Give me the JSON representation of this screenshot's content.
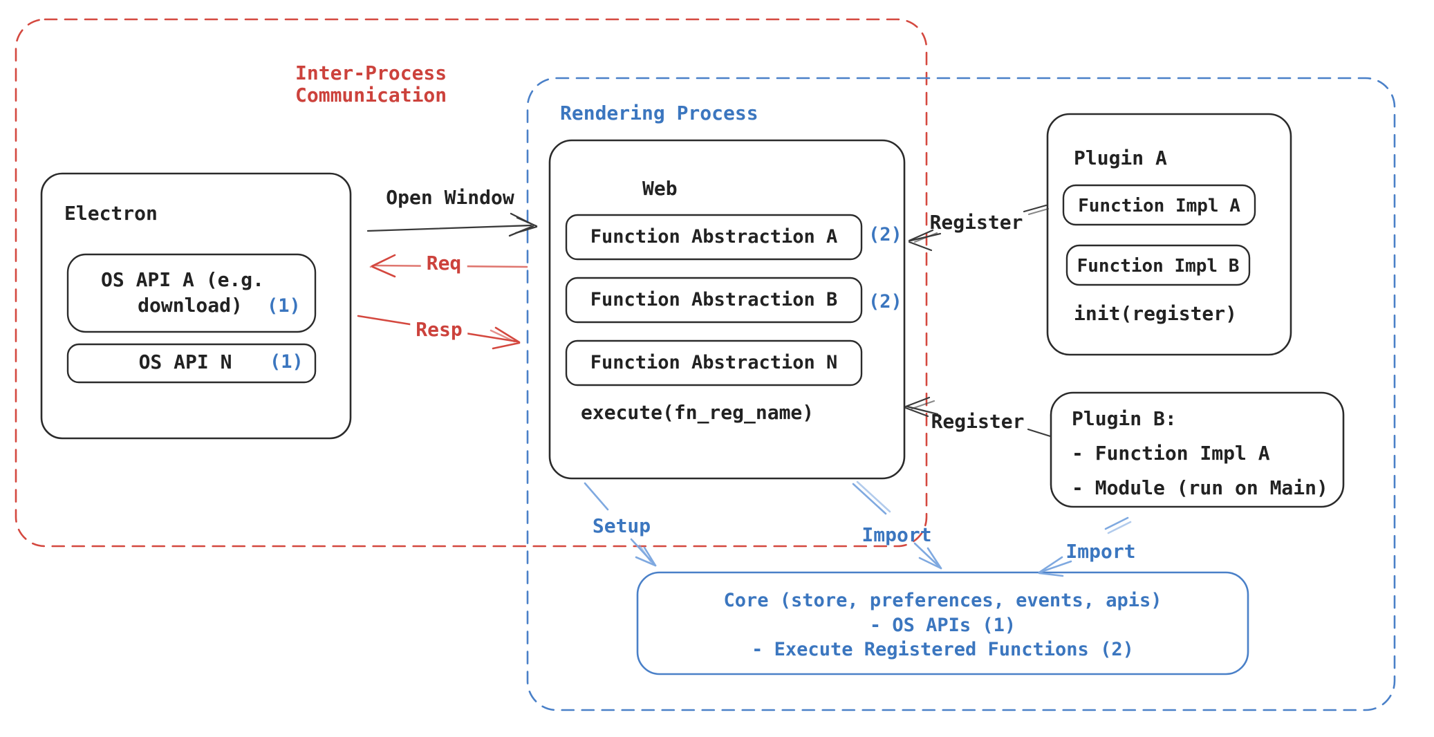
{
  "diagram": {
    "ipc": {
      "lines": [
        "Inter-Process",
        "Communication"
      ]
    },
    "rendering_process_label": "Rendering Process",
    "electron": {
      "title": "Electron",
      "api_a": {
        "line1": "OS API A (e.g.",
        "line2": "download)",
        "badge": "(1)"
      },
      "api_n": {
        "label": "OS API N",
        "badge": "(1)"
      }
    },
    "web": {
      "title": "Web",
      "items": [
        "Function Abstraction A",
        "Function Abstraction B",
        "Function Abstraction N"
      ],
      "badge_a": "(2)",
      "badge_b": "(2)",
      "footer": "execute(fn_reg_name)"
    },
    "plugin_a": {
      "title": "Plugin A",
      "impl_a": "Function Impl A",
      "impl_b": "Function Impl B",
      "footer": "init(register)"
    },
    "plugin_b": {
      "lines": [
        "Plugin B:",
        "- Function Impl A",
        "- Module (run on Main)"
      ]
    },
    "core": {
      "lines": [
        "Core (store, preferences, events, apis)",
        "- OS APIs (1)",
        "- Execute Registered Functions (2)"
      ]
    },
    "arrows": {
      "open_window": "Open Window",
      "req": "Req",
      "resp": "Resp",
      "register_a": "Register",
      "register_b": "Register",
      "setup": "Setup",
      "import_web": "Import",
      "import_plugin": "Import"
    },
    "colors": {
      "red": "#cc423c",
      "blue": "#3b76bf",
      "arrow_blue": "#7fa9e0",
      "ink": "#222222"
    }
  }
}
